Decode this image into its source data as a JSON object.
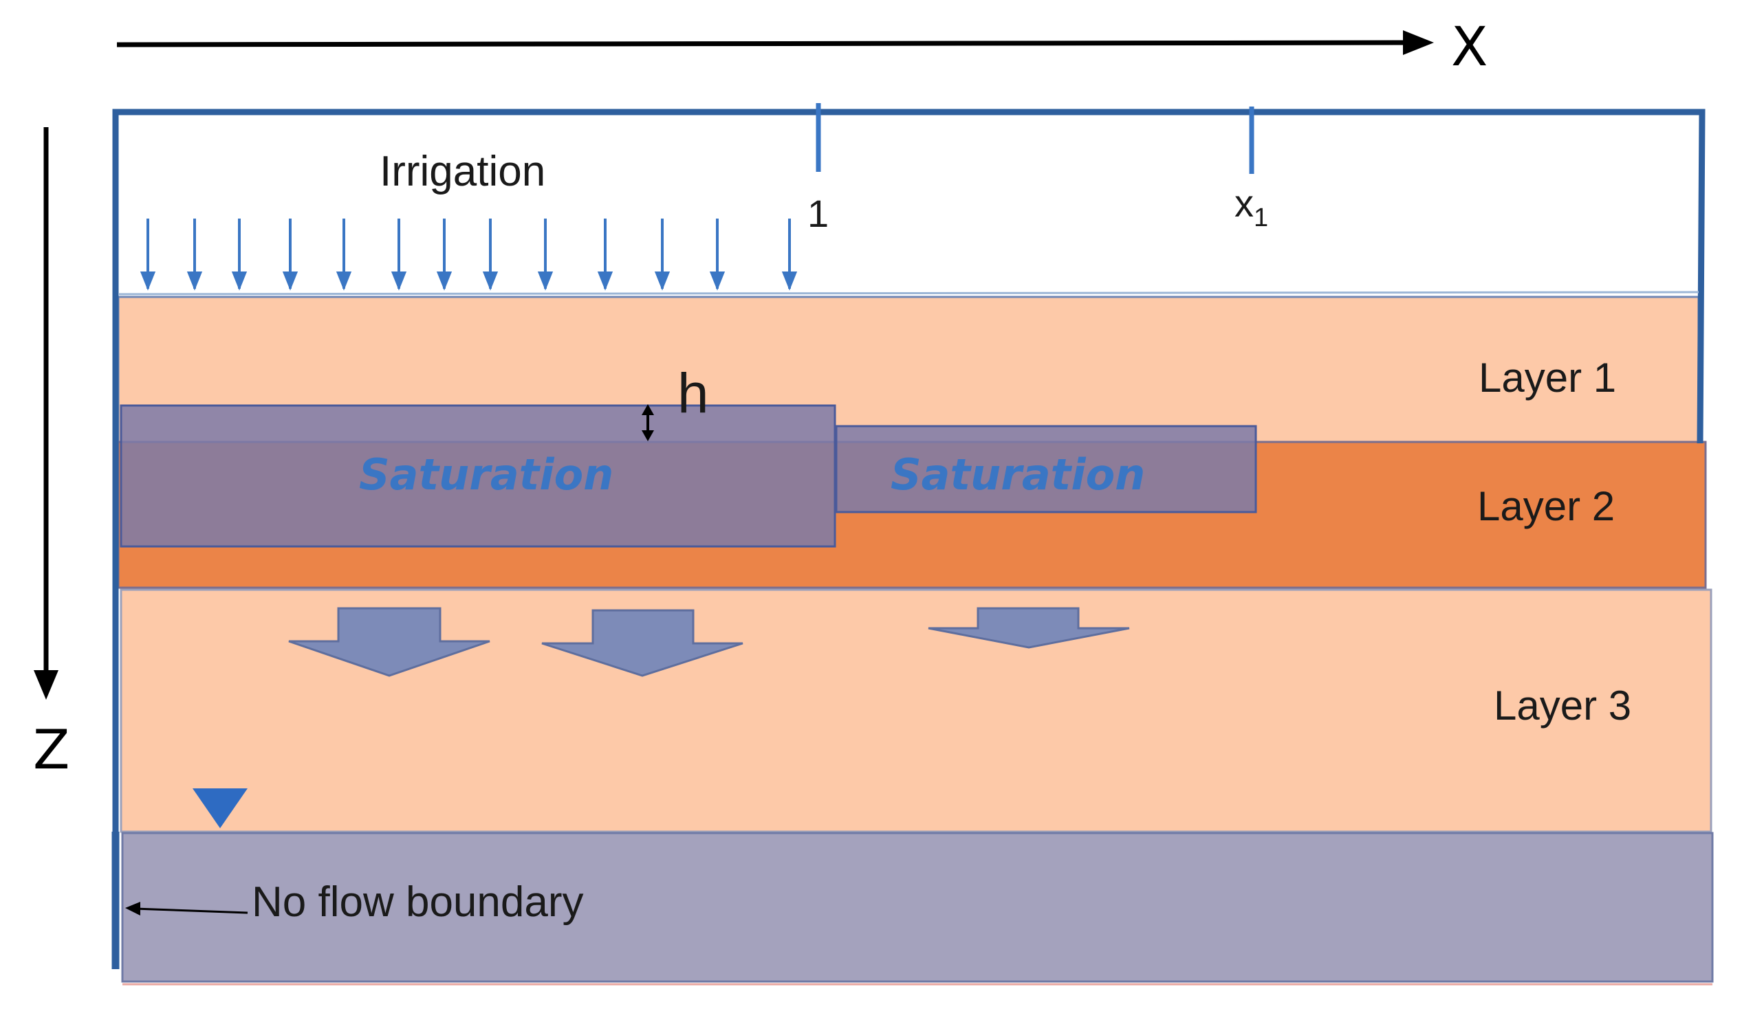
{
  "axes": {
    "x_label": "X",
    "z_label": "Z"
  },
  "markers": {
    "tick_1": "1",
    "tick_x1_base": "x",
    "tick_x1_sub": "1"
  },
  "irrigation": {
    "label": "Irrigation"
  },
  "layers": [
    {
      "label": "Layer 1",
      "color": "#fdc9a8"
    },
    {
      "label": "Layer 2",
      "color": "#eb8448"
    },
    {
      "label": "Layer 3",
      "color": "#fdc9a8"
    }
  ],
  "saturation": {
    "label": "Saturation",
    "text_color": "#3a76c4",
    "fill": "#7d7aa8"
  },
  "h_label": "h",
  "boundary": {
    "label": "No flow boundary",
    "fill": "#a4a2bd"
  },
  "colors": {
    "frame": "#2e5f9e",
    "arrow_blue": "#3a76c4"
  }
}
